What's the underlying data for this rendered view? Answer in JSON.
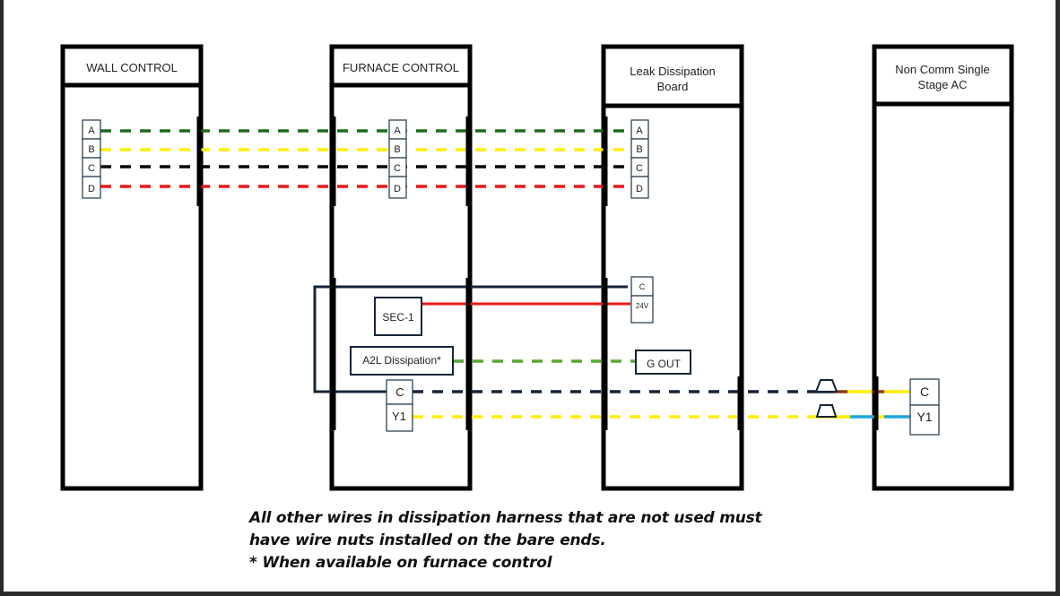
{
  "diagram": {
    "components": [
      {
        "id": "wall",
        "title": "WALL CONTROL"
      },
      {
        "id": "furnace",
        "title": "FURNACE CONTROL"
      },
      {
        "id": "leak",
        "title_lines": [
          "Leak Dissipation",
          "Board"
        ]
      },
      {
        "id": "ac",
        "title_lines": [
          "Non Comm Single",
          "Stage AC"
        ]
      }
    ],
    "terminal_blocks": {
      "abcd": [
        "A",
        "B",
        "C",
        "D"
      ],
      "leak_power": [
        "C",
        "24V"
      ],
      "furnace_lower": [
        "C",
        "Y1"
      ],
      "ac": [
        "C",
        "Y1"
      ]
    },
    "labels": {
      "sec1": "SEC-1",
      "a2l": "A2L Dissipation*",
      "gout": "G OUT"
    },
    "wires": [
      {
        "name": "A",
        "color": "#1e6b1e",
        "style": "dashed",
        "from": "wall.A",
        "to": "leak.A"
      },
      {
        "name": "B",
        "color": "#ffee00",
        "style": "dashed",
        "from": "wall.B",
        "to": "leak.B"
      },
      {
        "name": "C",
        "color": "#000000",
        "style": "dashed",
        "from": "wall.C",
        "to": "leak.C"
      },
      {
        "name": "D",
        "color": "#e81818",
        "style": "dashed",
        "from": "wall.D",
        "to": "leak.D"
      },
      {
        "name": "C-common",
        "color": "#14253a",
        "style": "solid",
        "from": "furnace.C",
        "to": "leak.C"
      },
      {
        "name": "24V",
        "color": "#e81818",
        "style": "solid",
        "from": "SEC-1",
        "to": "leak.24V"
      },
      {
        "name": "G",
        "color": "#5aa832",
        "style": "dashed",
        "from": "A2L Dissipation*",
        "to": "G OUT"
      },
      {
        "name": "C-ac",
        "color": "#14253a",
        "style": "dashed",
        "from": "furnace.C",
        "to": "ac.C"
      },
      {
        "name": "Y1-ac",
        "color": "#ffee00",
        "style": "dashed",
        "from": "furnace.Y1",
        "to": "ac.Y1"
      }
    ],
    "colors": {
      "green_dark": "#1e6b1e",
      "yellow": "#ffee00",
      "black": "#000000",
      "red": "#e81818",
      "navy": "#14253a",
      "green_light": "#5aa832",
      "brown": "#8b3a14",
      "blue": "#1ea8dc"
    },
    "notes": [
      "All other wires in dissipation harness that are not used must",
      "have wire nuts installed on the bare ends.",
      "* When available on furnace control"
    ]
  }
}
